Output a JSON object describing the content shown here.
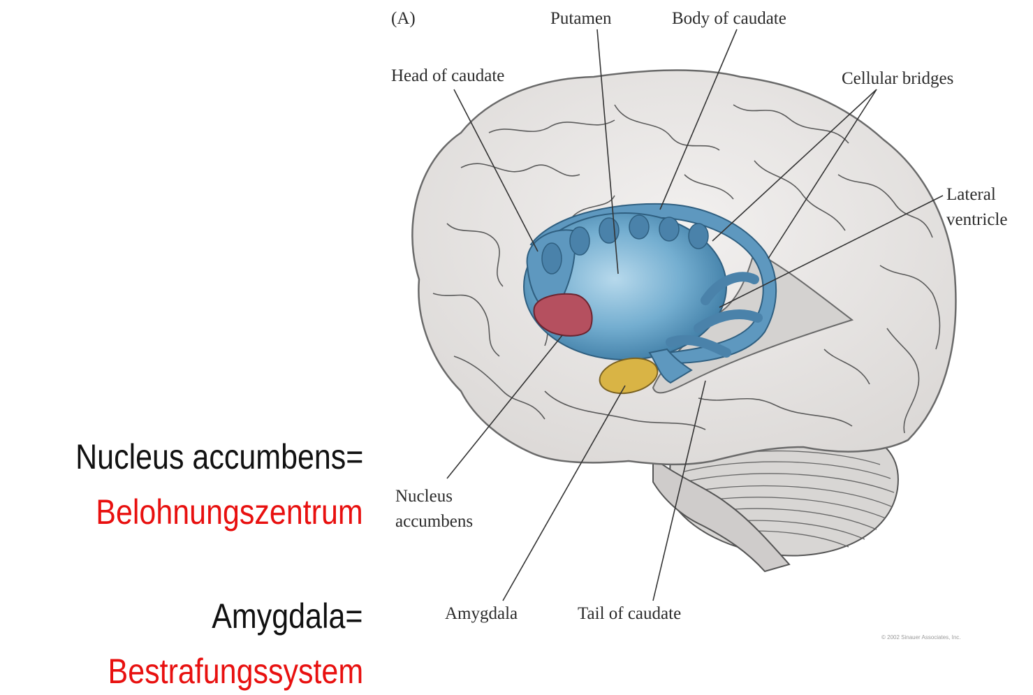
{
  "side_panel": {
    "nucleus_term": "Nucleus accumbens=",
    "nucleus_meaning": "Belohnungszentrum",
    "amygdala_term": "Amygdala=",
    "amygdala_meaning": "Bestrafungssystem"
  },
  "figure": {
    "panel_letter": "(A)",
    "labels": {
      "putamen": "Putamen",
      "body_of_caudate": "Body of caudate",
      "head_of_caudate": "Head of caudate",
      "cellular_bridges": "Cellular bridges",
      "lateral_ventricle_line1": "Lateral",
      "lateral_ventricle_line2": "ventricle",
      "nucleus_accumbens_line1": "Nucleus",
      "nucleus_accumbens_line2": "accumbens",
      "amygdala": "Amygdala",
      "tail_of_caudate": "Tail of caudate"
    },
    "copyright": "© 2002 Sinauer Associates, Inc.",
    "colors": {
      "brain": "#e9e7e6",
      "caudate": "#6aa6c8",
      "nucleus_accumbens": "#b5505f",
      "amygdala": "#d9b445",
      "accent_red": "#e8100f"
    }
  }
}
